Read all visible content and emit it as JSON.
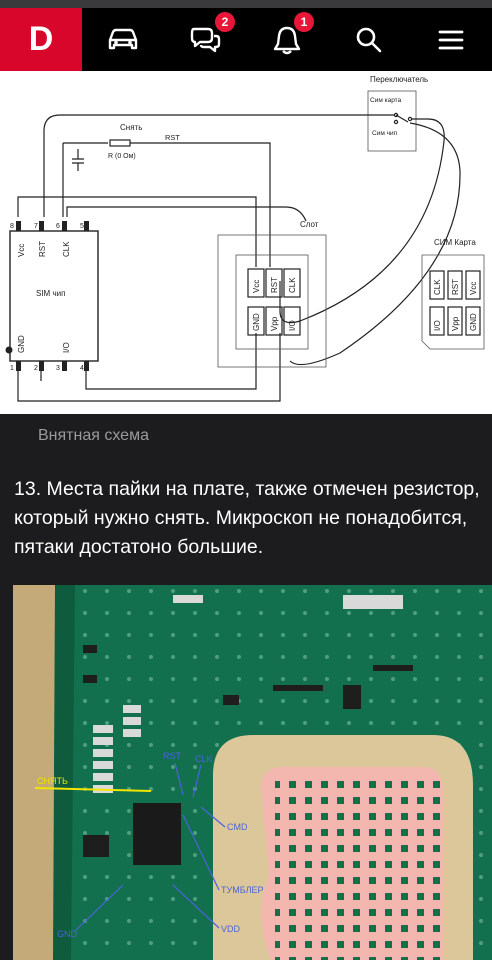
{
  "navbar": {
    "logo_letter": "D",
    "icons": [
      "car-icon",
      "chat-icon",
      "bell-icon",
      "search-icon",
      "menu-icon"
    ],
    "chat_badge": "2",
    "bell_badge": "1"
  },
  "diagram": {
    "switch_title": "Переключатель",
    "sim_card_label": "Сим карта",
    "sim_chip_label": "Сим чип",
    "remove_label": "Снять",
    "rst_label": "RST",
    "resistor_label": "R (0 Ом)",
    "chip_name": "SIM чип",
    "slot_label": "Слот",
    "sim_card_title": "СИМ Карта",
    "pin_numbers_top": [
      "8",
      "7",
      "6",
      "5"
    ],
    "pin_numbers_bottom": [
      "1",
      "2",
      "3",
      "4"
    ],
    "chip_pins_top": [
      "Vcc",
      "RST",
      "CLK"
    ],
    "chip_pins_bottom": [
      "GND",
      "I/O"
    ],
    "slot_top": [
      "Vcc",
      "RST",
      "CLK"
    ],
    "slot_bottom": [
      "GND",
      "Vpp",
      "I/O"
    ],
    "card_top": [
      "CLK",
      "RST",
      "Vcc"
    ],
    "card_bottom": [
      "I/O",
      "Vpp",
      "GND"
    ]
  },
  "caption": "Внятная схема",
  "paragraph": "13. Места пайки на плате, также отмечен резистор, который нужно снять. Микроскоп не понадобится, пятаки достатоно большие.",
  "photo": {
    "labels": {
      "remove": "СНЯТЬ",
      "rst": "RST",
      "clk": "CLK",
      "cmd": "CMD",
      "toggle": "ТУМБЛЕР",
      "vdd": "VDD",
      "gnd": "GND"
    },
    "colors": {
      "board": "#12704e",
      "putty": "#dcc79b",
      "pad": "#f3b7b0",
      "annotation": "#4b63d8",
      "remove_line": "#f2e500"
    }
  },
  "colors": {
    "brand": "#d7062a",
    "badge": "#e8173a",
    "background": "#1c1c1e"
  }
}
